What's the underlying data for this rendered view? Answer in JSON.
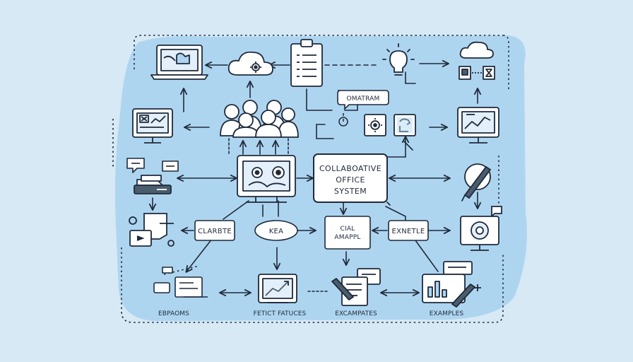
{
  "colors": {
    "page_background": "#d7e9f5",
    "panel": "#aed5f0",
    "stroke": "#1f2a3a",
    "card": "#ffffff",
    "accent_dark": "#4a5d6e",
    "accent_light": "#e3effa"
  },
  "center": {
    "line1": "COLLABOATIVE",
    "line2": "OFFICE",
    "line3": "SYSTEM"
  },
  "top_bubble_label": "OMATRAM",
  "mid_labels": {
    "left": "CLARBTE",
    "kea": "KEA",
    "cial_line1": "CIAL",
    "cial_line2": "AMAPPL",
    "right": "EXNETLE"
  },
  "bottom_labels": {
    "one": "EBPAOMS",
    "two": "FETICT FATUCES",
    "three": "EXCAMPATES",
    "four": "EXAMPLES"
  },
  "icons": [
    "laptop-chart-icon",
    "cloud-gear-icon",
    "clipboard-checklist-icon",
    "lightbulb-idea-icon",
    "cloud-documents-icon",
    "monitor-analytics-left-icon",
    "team-people-icon",
    "gear-card-icon",
    "cloud-sync-card-icon",
    "monitor-analytics-right-icon",
    "chat-bubbles-icon",
    "printer-icon",
    "pen-circle-icon",
    "tablet-sticky-note-icon",
    "monitor-target-icon",
    "central-monitor-gears-icon",
    "chat-tablet-icon",
    "monitor-trend-icon",
    "document-pen-icon",
    "presentation-chart-icon"
  ]
}
